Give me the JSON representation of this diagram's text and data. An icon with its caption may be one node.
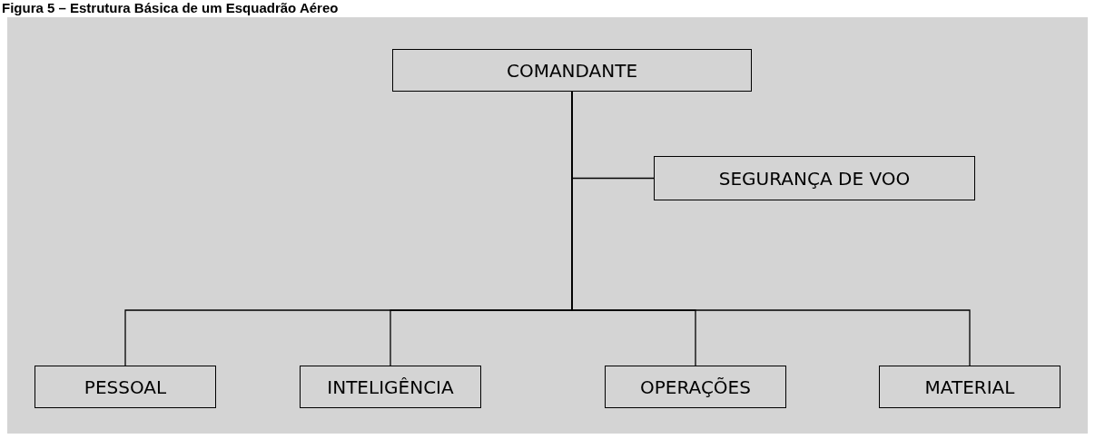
{
  "diagram": {
    "title": "Figura 5 – Estrutura Básica de um Esquadrão Aéreo",
    "nodes": [
      {
        "text": [
          "COMANDANTE"
        ]
      },
      {
        "text": [
          "SEGURANÇA DE VOO"
        ]
      },
      {
        "text": [
          "PESSOAL"
        ]
      },
      {
        "text": [
          "INTELIGÊNCIA"
        ]
      },
      {
        "text": [
          "OPERAÇÕES"
        ]
      },
      {
        "text": [
          "MATERIAL"
        ]
      }
    ],
    "edges": [
      {
        "from": 0,
        "to": 1,
        "arrow": "none"
      },
      {
        "from": 0,
        "to": 2,
        "arrow": "none"
      },
      {
        "from": 0,
        "to": 3,
        "arrow": "none"
      },
      {
        "from": 0,
        "to": 4,
        "arrow": "none"
      },
      {
        "from": 0,
        "to": 5,
        "arrow": "none"
      }
    ]
  }
}
